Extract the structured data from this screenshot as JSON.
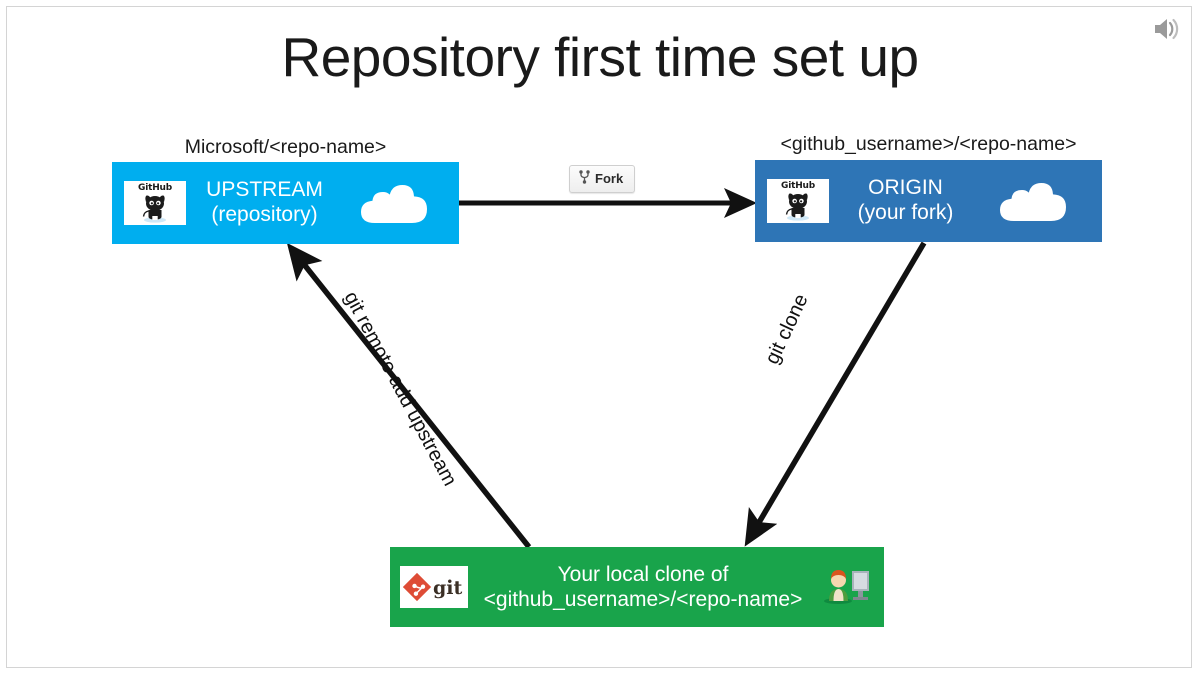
{
  "slide": {
    "title": "Repository first time set up",
    "audio_icon": "speaker-icon"
  },
  "upstream": {
    "caption": "Microsoft/<repo-name>",
    "line1": "UPSTREAM",
    "line2": "(repository)",
    "logo_text": "GitHub",
    "logo_icon": "github-octocat-icon",
    "cloud_icon": "cloud-icon",
    "color": "#00AEEF"
  },
  "origin": {
    "caption": "<github_username>/<repo-name>",
    "line1": "ORIGIN",
    "line2": "(your fork)",
    "logo_text": "GitHub",
    "logo_icon": "github-octocat-icon",
    "cloud_icon": "cloud-icon",
    "color": "#2E75B6"
  },
  "local": {
    "line1": "Your local clone of",
    "line2": "<github_username>/<repo-name>",
    "logo_text": "git",
    "logo_icon": "git-diamond-icon",
    "person_icon": "person-at-computer-icon",
    "color": "#19A44B"
  },
  "fork_button": {
    "label": "Fork",
    "icon": "fork-branch-icon"
  },
  "arrows": {
    "fork_arrow": "upstream-to-origin-arrow",
    "clone_label": "git clone",
    "remote_add_label": "git remote add upstream"
  }
}
